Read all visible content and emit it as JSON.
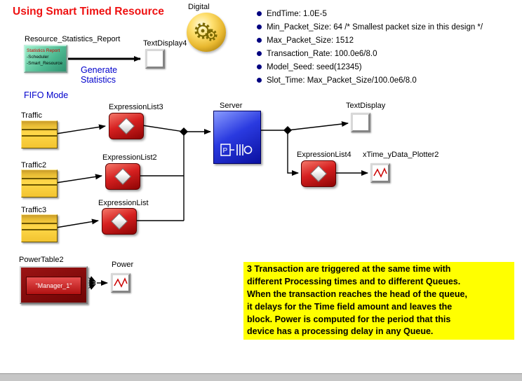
{
  "title": "Using Smart Timed Resource",
  "header": {
    "digital_label": "Digital"
  },
  "parameters": [
    "EndTime: 1.0E-5",
    "Min_Packet_Size: 64  /* Smallest packet size in this design */",
    "Max_Packet_Size: 1512",
    "Transaction_Rate: 100.0e6/8.0",
    "Model_Seed: seed(12345)",
    "Slot_Time: Max_Packet_Size/100.0e6/8.0"
  ],
  "stats": {
    "label": "Resource_Statistics_Report",
    "box_line1": "Statistics Report",
    "box_line2": "-Scheduler",
    "box_line3": "-Smart_Resource",
    "generate": "Generate\nStatistics",
    "fifo": "FIFO Mode",
    "textdisplay4": "TextDisplay4"
  },
  "blocks": {
    "traffic": "Traffic",
    "traffic2": "Traffic2",
    "traffic3": "Traffic3",
    "expressionlist3": "ExpressionList3",
    "expressionlist2": "ExpressionList2",
    "expressionlist": "ExpressionList",
    "expressionlist4": "ExpressionList4",
    "server": "Server",
    "textdisplay": "TextDisplay",
    "plotter2": "xTime_yData_Plotter2",
    "powertable2": "PowerTable2",
    "manager": "\"Manager_1\"",
    "power": "Power"
  },
  "note": "3 Transaction are triggered at the same time with\ndifferent Processing times and to different Queues.\nWhen the transaction reaches the head of the queue,\nit delays for the Time field amount and leaves the\nblock.  Power is computed for the period that this\ndevice has a processing delay in any Queue.",
  "colors": {
    "accent_red": "#ee1111",
    "blue_text": "#0000cc",
    "note_bg": "#ffff00",
    "server_blue": "#2a3ae0",
    "expr_red": "#d62020",
    "traffic_yellow": "#ffd84a"
  }
}
